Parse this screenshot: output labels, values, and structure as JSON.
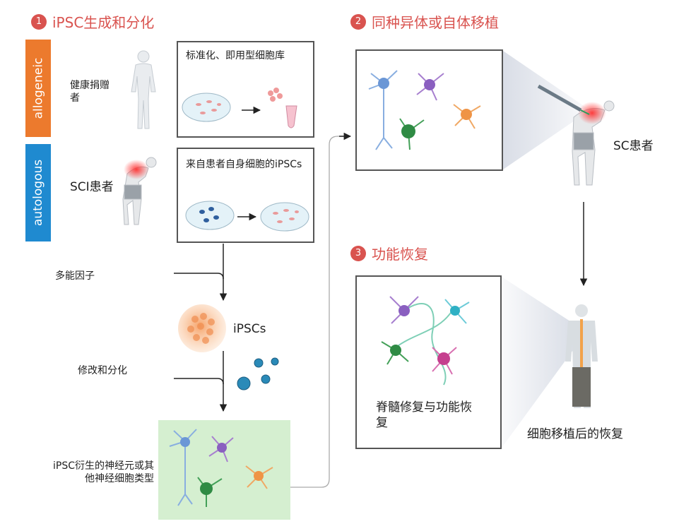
{
  "steps": [
    {
      "num": "1",
      "title": "iPSC生成和分化"
    },
    {
      "num": "2",
      "title": "同种异体或自体移植"
    },
    {
      "num": "3",
      "title": "功能恢复"
    }
  ],
  "tabs": {
    "allogeneic": "allogeneic",
    "autologous": "autologous"
  },
  "labels": {
    "healthy_donor": "健康捐赠者",
    "sci_patient": "SCI患者",
    "cell_bank": "标准化、即用型细胞库",
    "patient_ipsc": "来自患者自身细胞的iPSCs",
    "pluripotency": "多能因子",
    "ipscs": "iPSCs",
    "modify": "修改和分化",
    "derived": "iPSC衍生的神经元或其他神经细胞类型",
    "sc_patient": "SC患者",
    "repair": "脊髓修复与功能恢复",
    "recovery": "细胞移植后的恢复"
  },
  "colors": {
    "accent": "#d9534f",
    "allogeneic": "#ec7a2d",
    "autologous": "#1f8ad0",
    "derived_bg": "#d5efd0"
  }
}
